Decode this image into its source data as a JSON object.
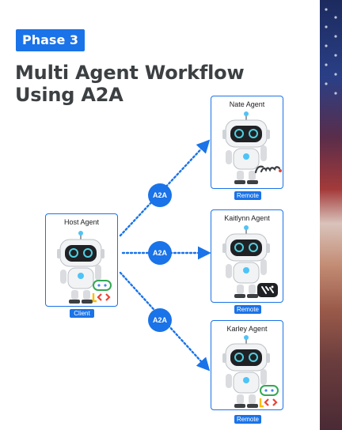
{
  "phase": "Phase 3",
  "title_line1": "Multi Agent Workflow",
  "title_line2": "Using A2A",
  "host": {
    "name": "Host Agent",
    "tag": "Client"
  },
  "connectors": [
    {
      "label": "A2A"
    },
    {
      "label": "A2A"
    },
    {
      "label": "A2A"
    }
  ],
  "agents": [
    {
      "name": "Nate Agent",
      "tag": "Remote",
      "badge": "crewai"
    },
    {
      "name": "Kaitlynn Agent",
      "tag": "Remote",
      "badge": "langgraph"
    },
    {
      "name": "Karley Agent",
      "tag": "Remote",
      "badge": "adk"
    }
  ],
  "colors": {
    "accent": "#1a73e8",
    "title": "#3c4043",
    "adk_green": "#34a853",
    "adk_yellow": "#fbbc04",
    "adk_red": "#ea4335"
  }
}
